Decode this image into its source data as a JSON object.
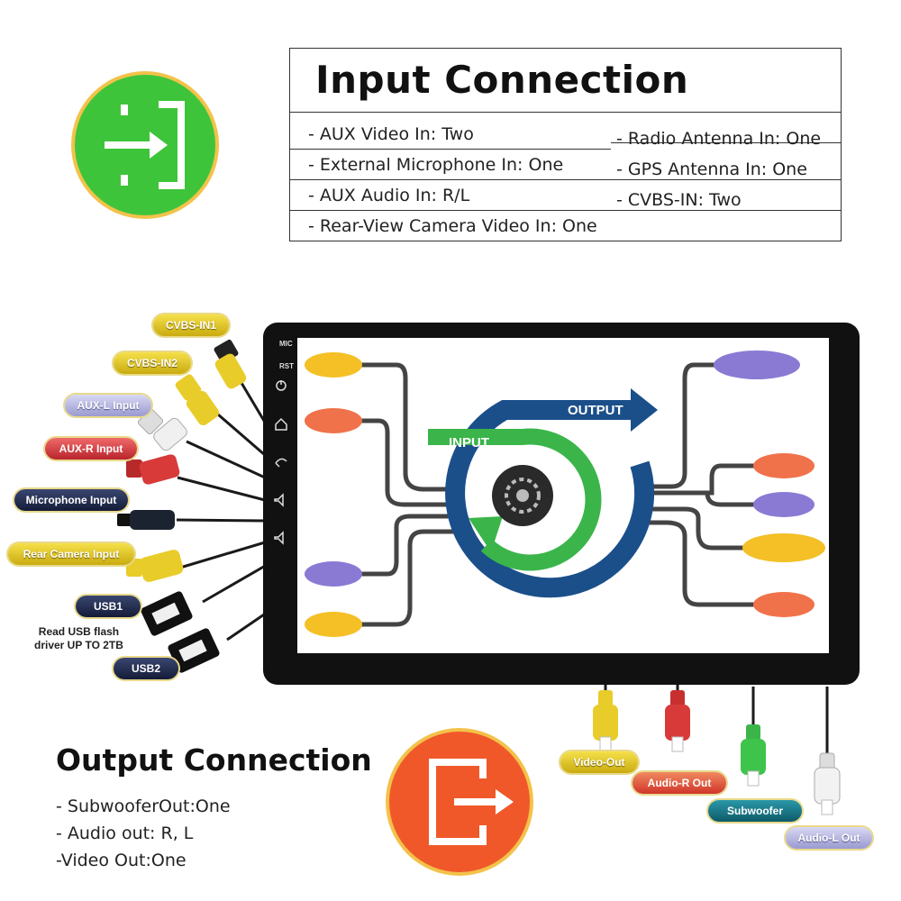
{
  "input_section": {
    "title": "Input Connection",
    "rows_left": [
      "- AUX Video In: Two",
      "- External Microphone In: One",
      "- AUX Audio In: R/L",
      "- Rear-View Camera Video In: One"
    ],
    "rows_right": [
      "- Radio Antenna In: One",
      "- GPS Antenna In: One",
      "- CVBS-IN: Two"
    ]
  },
  "output_section": {
    "title": "Output Connection",
    "items": [
      "- SubwooferOut:One",
      "- Audio out: R, L",
      "-Video Out:One"
    ]
  },
  "device": {
    "side_labels": [
      "MIC",
      "RST"
    ],
    "diagram_output_label": "OUTPUT",
    "diagram_input_label": "INPUT"
  },
  "input_labels": {
    "cvbs_in1": "CVBS-IN1",
    "cvbs_in2": "CVBS-IN2",
    "aux_l": "AUX-L Input",
    "aux_r": "AUX-R Input",
    "microphone": "Microphone Input",
    "rear_camera": "Rear Camera Input",
    "usb1": "USB1",
    "usb2": "USB2",
    "usb_note_line1": "Read USB flash",
    "usb_note_line2": "driver UP TO 2TB"
  },
  "output_labels": {
    "video_out": "Video-Out",
    "audio_r_out": "Audio-R Out",
    "subwoofer": "Subwoofer",
    "audio_l_out": "Audio-L Out"
  },
  "colors": {
    "input_icon": "#3ec43a",
    "output_icon": "#f0582a",
    "ring_blue": "#1b4f8a",
    "ring_green": "#3bb54a"
  }
}
